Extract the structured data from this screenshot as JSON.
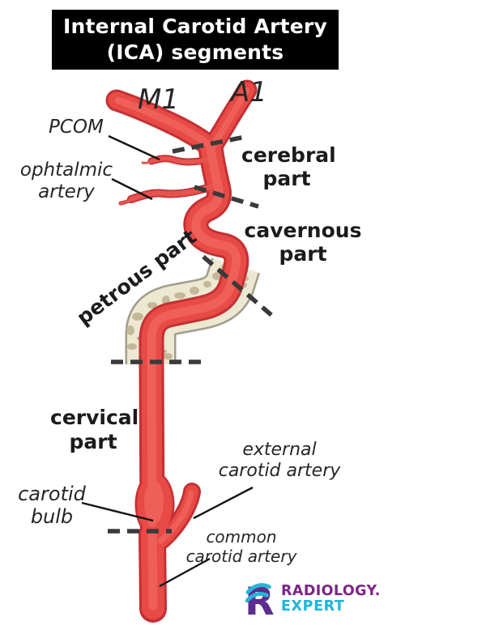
{
  "title": {
    "line1": "Internal Carotid Artery",
    "line2": "(ICA) segments"
  },
  "labels": {
    "m1": "M1",
    "a1": "A1",
    "pcom": "PCOM",
    "ophthalmic": {
      "l1": "ophtalmic",
      "l2": "artery"
    },
    "cerebral": {
      "l1": "cerebral",
      "l2": "part"
    },
    "cavernous": {
      "l1": "cavernous",
      "l2": "part"
    },
    "petrous": "petrous part",
    "cervical": {
      "l1": "cervical",
      "l2": "part"
    },
    "external_carotid": {
      "l1": "external",
      "l2": "carotid artery"
    },
    "carotid_bulb": {
      "l1": "carotid",
      "l2": "bulb"
    },
    "common_carotid": {
      "l1": "common",
      "l2": "carotid artery"
    }
  },
  "logo": {
    "mark": "R",
    "brand_top": "RADIOLOGY.",
    "brand_bottom": "EXPERT"
  },
  "colors": {
    "artery_fill": "#e84a46",
    "artery_outline": "#c43034",
    "artery_highlight": "#ef615a",
    "bone_fill": "#ece8d1",
    "bone_outline": "#a29c8c",
    "bone_spot": "#c1b697",
    "dash_line": "#3a3a3a",
    "leader_line": "#141414",
    "banner_bg": "#000000",
    "brand_purple": "#7b2586",
    "brand_cyan": "#1fb4d8",
    "mark_purple": "#5c2d8e"
  }
}
